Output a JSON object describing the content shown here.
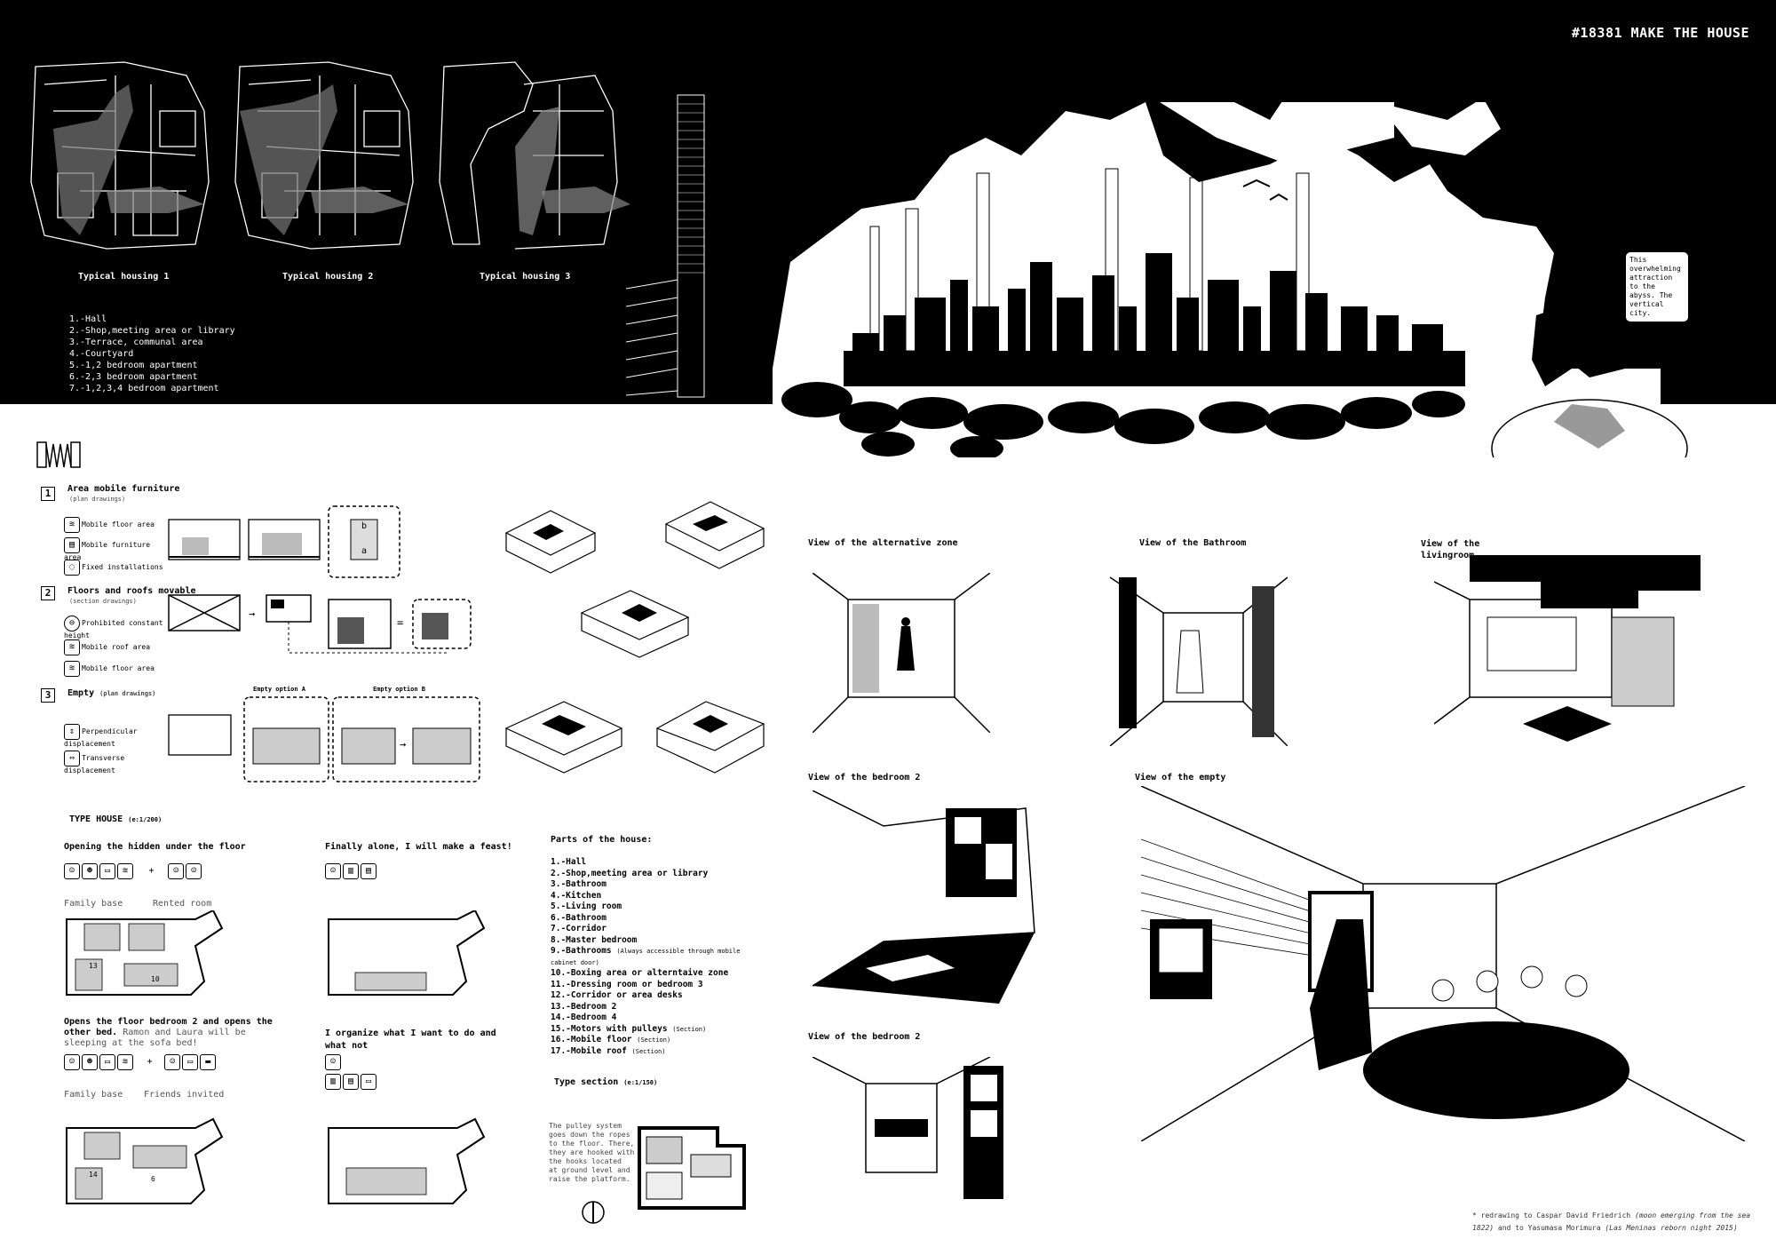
{
  "title": "#18381 MAKE THE HOUSE",
  "top_plans": {
    "labels": [
      "Typical housing 1",
      "Typical housing 2",
      "Typical housing 3"
    ],
    "legend": [
      "1.-Hall",
      "2.-Shop,meeting area or library",
      "3.-Terrace, communal area",
      "4.-Courtyard",
      "5.-1,2 bedroom apartment",
      "6.-2,3 bedroom apartment",
      "7.-1,2,3,4 bedroom apartment"
    ]
  },
  "callout": "This overwhelming attraction to the abyss. The vertical city.",
  "mobile": {
    "s1": {
      "num": "1",
      "title": "Area mobile furniture",
      "sub": "(plan drawings)",
      "items": [
        "Mobile floor area",
        "Mobile furniture area",
        "Fixed installations"
      ]
    },
    "s2": {
      "num": "2",
      "title": "Floors and roofs movable",
      "sub": "(section drawings)",
      "items": [
        "Prohibited constant height",
        "Mobile roof area",
        "Mobile floor area"
      ]
    },
    "s3": {
      "num": "3",
      "title": "Empty",
      "sub": "(plan drawings)",
      "items": [
        "Perpendicular displacement",
        "Transverse displacement"
      ],
      "optA": "Empty option A",
      "optB": "Empty option B"
    }
  },
  "type_house": {
    "title": "TYPE HOUSE",
    "scale": "(e:1/200)",
    "q1": {
      "title": "Opening the hidden under the floor",
      "left": "Family base",
      "right": "Rented room"
    },
    "q2": {
      "title": "Finally alone, I will make a feast!"
    },
    "q3": {
      "title1": "Opens the floor bedroom 2 and opens the",
      "title2": "other bed.",
      "title2b": "Ramon and Laura will be",
      "title3": "sleeping at the sofa bed!",
      "left": "Family base",
      "right": "Friends invited"
    },
    "q4": {
      "title1": "I organize what I want to do and",
      "title2": "what not"
    }
  },
  "parts": {
    "title": "Parts of the house:",
    "items": [
      {
        "text": "1.-Hall",
        "note": ""
      },
      {
        "text": "2.-Shop,meeting area or library",
        "note": ""
      },
      {
        "text": "3.-Bathroom",
        "note": ""
      },
      {
        "text": "4.-Kitchen",
        "note": ""
      },
      {
        "text": "5.-Living room",
        "note": ""
      },
      {
        "text": "6.-Bathroom",
        "note": ""
      },
      {
        "text": "7.-Corridor",
        "note": ""
      },
      {
        "text": "8.-Master bedroom",
        "note": ""
      },
      {
        "text": "9.-Bathrooms",
        "note": "(Always accessible through mobile"
      },
      {
        "text": "cabinet door)",
        "note": ""
      },
      {
        "text": "10.-Boxing area or alterntaive zone",
        "note": ""
      },
      {
        "text": "11.-Dressing room or bedroom 3",
        "note": ""
      },
      {
        "text": "12.-Corridor or area desks",
        "note": ""
      },
      {
        "text": "13.-Bedroom 2",
        "note": ""
      },
      {
        "text": "14.-Bedroom 4",
        "note": ""
      },
      {
        "text": "15.-Motors with pulleys",
        "note": "(Section)"
      },
      {
        "text": "16.-Mobile floor",
        "note": "(Section)"
      },
      {
        "text": "17.-Mobile roof",
        "note": "(Section)"
      }
    ],
    "section_title": "Type section",
    "section_scale": "(e:1/150)",
    "pulley_note": [
      "The pulley system",
      "goes down the ropes",
      "to the floor. There,",
      "they are hooked with",
      "the hooks located",
      "at ground level and",
      "raise the platform."
    ]
  },
  "views": {
    "alt": "View of the alternative zone",
    "bath": "View of the Bathroom",
    "living1": "View of the",
    "living2": "livingroom",
    "bed2a": "View of the bedroom 2",
    "empty": "View of the empty",
    "bed2b": "View of the bedroom 2"
  },
  "footnote": {
    "l1a": "* redrawing to Caspar David Friedrich",
    "l1b": "(moon emerging from the sea",
    "l2a": "1822)",
    "l2b": "and to Yasumasa Morimura",
    "l2c": "(Las Meninas reborn night 2015)"
  }
}
